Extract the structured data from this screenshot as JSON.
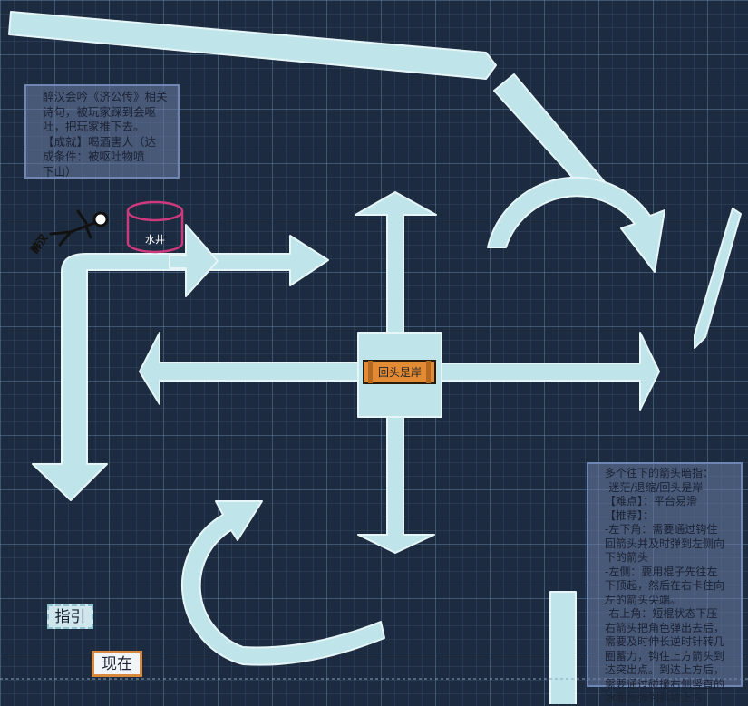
{
  "labels": {
    "drunkard": "醉汉",
    "well": "水井",
    "center_sign": "回头是岸"
  },
  "note_top": {
    "lines": [
      "醉汉会吟《济公传》相关",
      "诗句，被玩家踩到会呕",
      "吐，把玩家推下去。",
      "【成就】喝酒害人（达",
      "成条件：被呕吐物喷",
      "下山）"
    ]
  },
  "note_bottom": {
    "lines": [
      "多个往下的箭头暗指：",
      "-迷茫/退缩/回头是岸",
      "【难点】：平台易滑",
      "【推荐】：",
      "-左下角：需要通过钩住",
      "回箭头并及时弹到左侧向",
      "下的箭头",
      "-左侧：要用棍子先往左",
      "下顶起，然后在右卡住向",
      "左的箭头尖端。",
      "-右上角：短棍状态下压",
      "右箭头把角色弹出去后，",
      "需要及时伸长逆时针转几",
      "圈蓄力，钩住上方箭头到",
      "达突出点。到达上方后，",
      "需要通过碰撞右侧竖直的",
      "冰面反弹到斜坡上方"
    ]
  },
  "buttons": {
    "guide": "指引",
    "now": "现在"
  },
  "colors": {
    "ice": "#bfe4ea",
    "ice_edge": "#e6f6f8",
    "well": "#cc3a7e",
    "sign": "#e38a35",
    "background": "#1c2b3f"
  }
}
